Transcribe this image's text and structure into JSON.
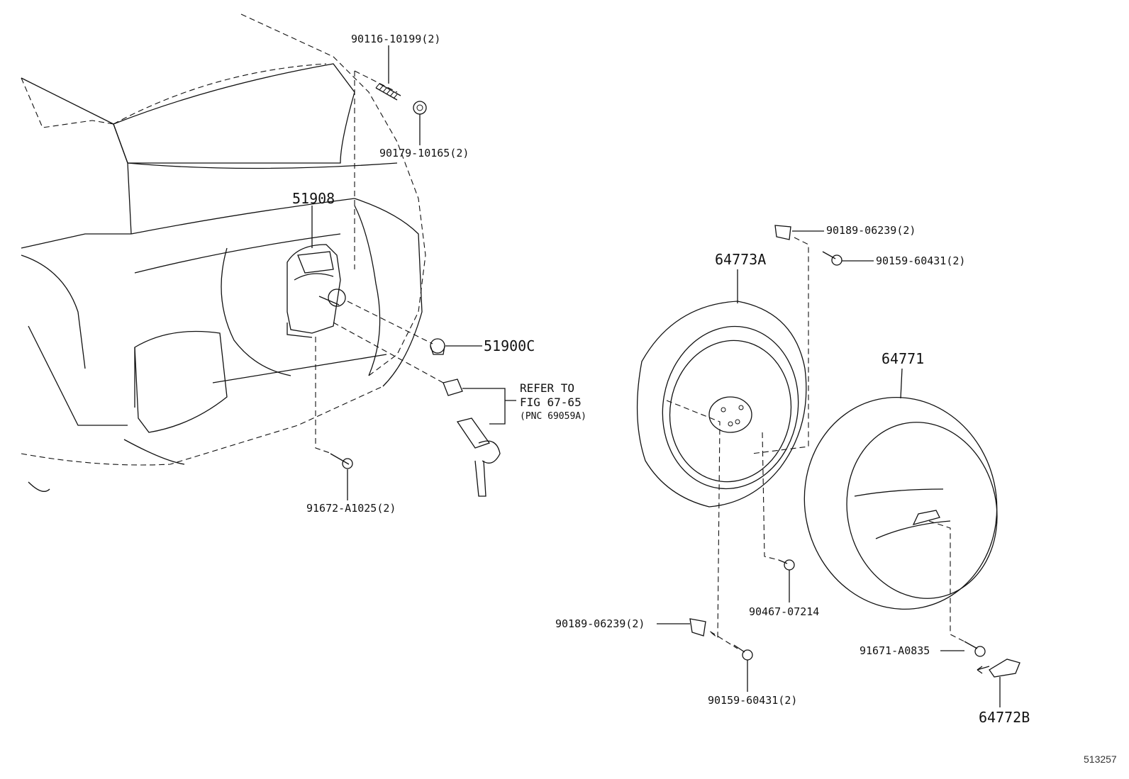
{
  "parts": {
    "stud_bolt": "90116-10199(2)",
    "nut_upper": "90179-10165(2)",
    "carrier": "51908",
    "cap_nut": "51900C",
    "refer_line1": "REFER TO",
    "refer_line2": "FIG 67-65",
    "refer_line3": "(PNC 69059A)",
    "bolt_lower": "91672-A1025(2)",
    "clip_upper": "90189-06239(2)",
    "screw_upper": "90159-60431(2)",
    "cover_sub": "64773A",
    "cover": "64771",
    "clip_bottom": "90467-07214",
    "clip_lower": "90189-06239(2)",
    "screw_lower": "90159-60431(2)",
    "screw_cover": "91671-A0835",
    "emblem": "64772B"
  },
  "figure_number": "513257"
}
